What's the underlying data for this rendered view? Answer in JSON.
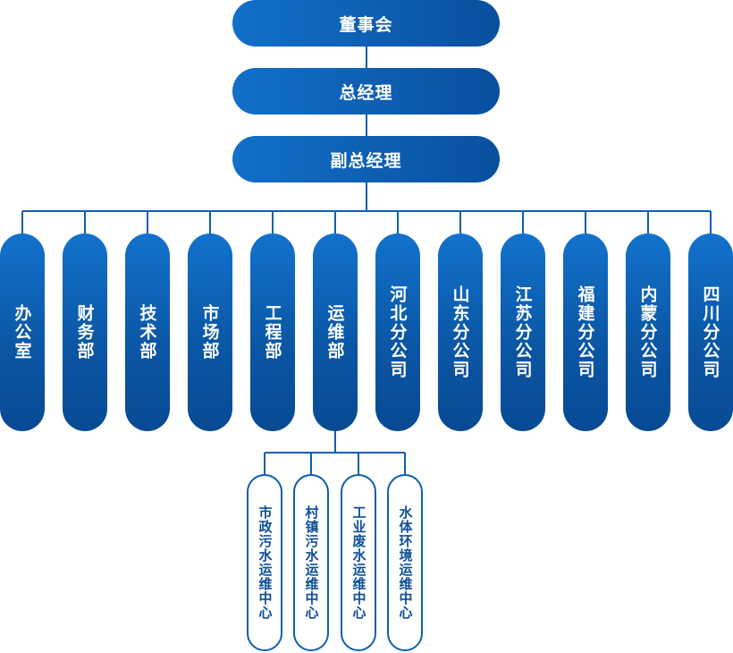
{
  "top": {
    "board": "董事会",
    "general_manager": "总经理",
    "deputy_general_manager": "副总经理"
  },
  "departments": [
    "办公室",
    "财务部",
    "技术部",
    "市场部",
    "工程部",
    "运维部",
    "河北分公司",
    "山东分公司",
    "江苏分公司",
    "福建分公司",
    "内蒙分公司",
    "四川分公司"
  ],
  "centers": [
    "市政污水运维中心",
    "村镇污水运维中心",
    "工业废水运维中心",
    "水体环境运维中心"
  ],
  "colors": {
    "box_start": "#1170c9",
    "box_end": "#0a4f9e",
    "line": "#0d5fb0",
    "text_on_box": "#ffffff",
    "center_text": "#0d4f96"
  }
}
